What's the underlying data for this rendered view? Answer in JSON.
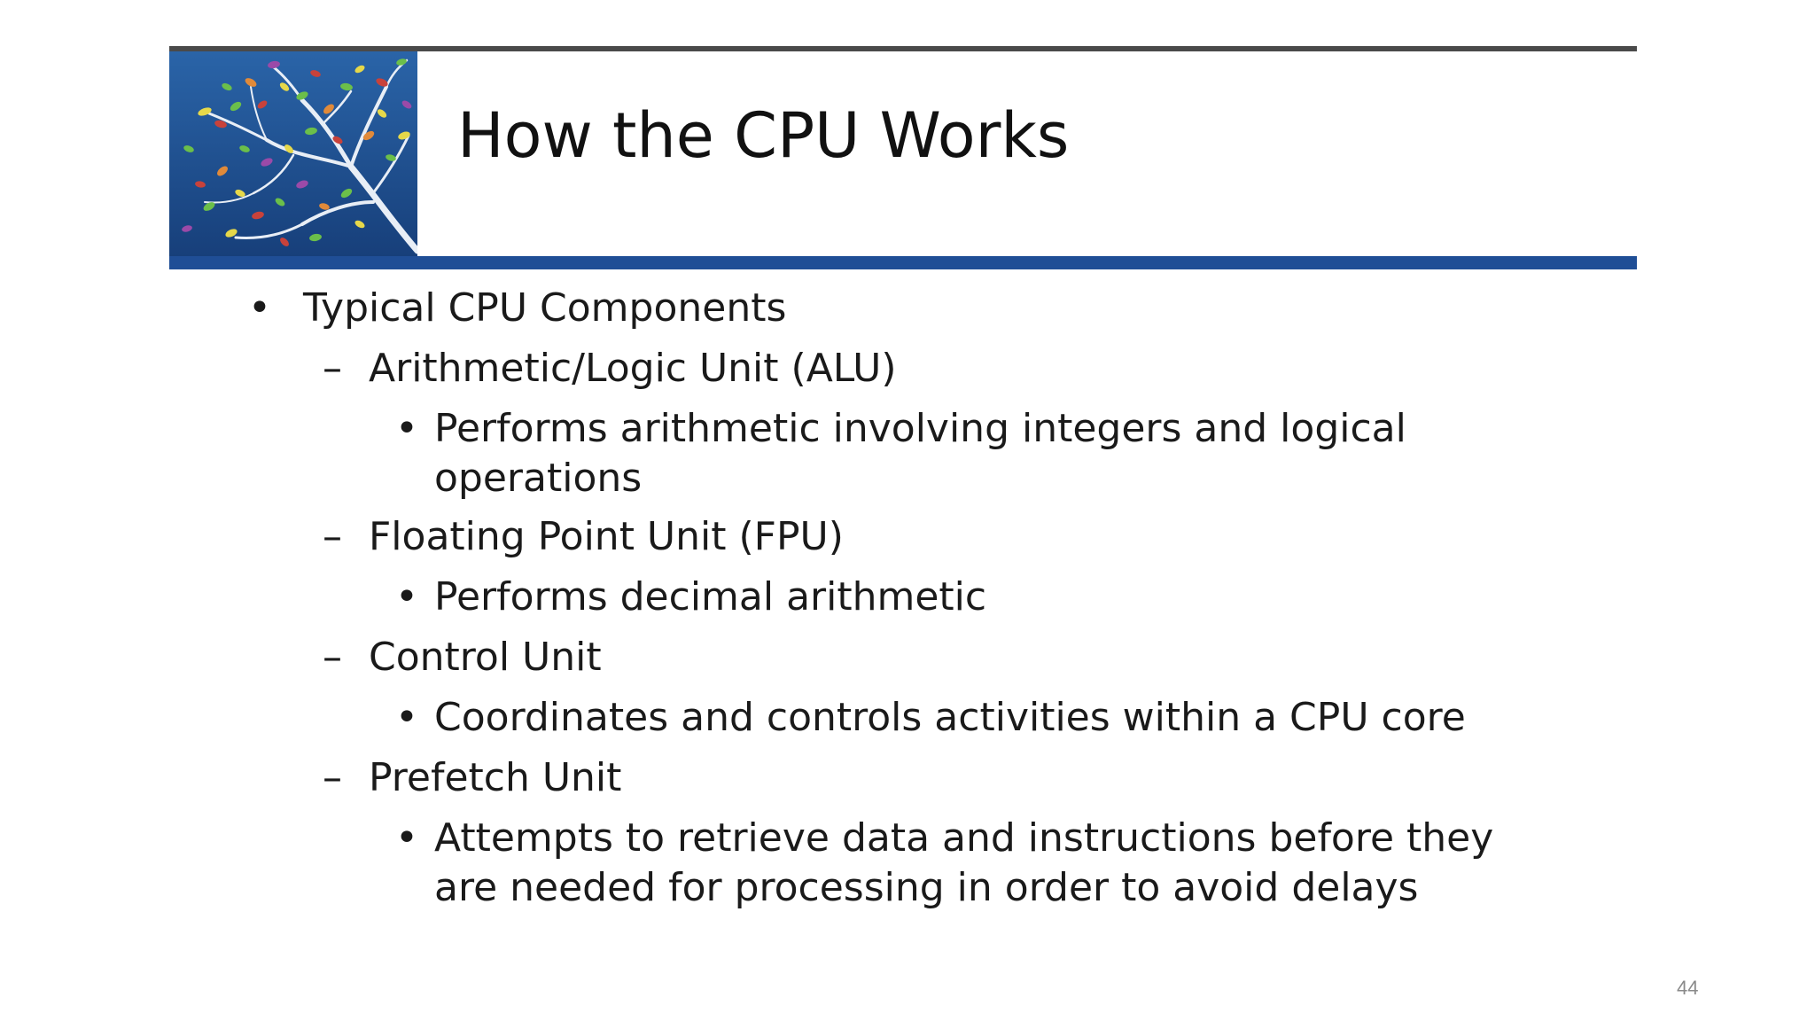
{
  "slide": {
    "title": "How the CPU Works",
    "page_number": "44",
    "colors": {
      "accent_bar": "#1f4e96",
      "top_rule": "#4a4a4a",
      "image_background": "#1d4f8a"
    },
    "header_image_icon": "tree-branch-with-colorful-leaves-icon",
    "bullets": {
      "level1": "Typical CPU Components",
      "items": [
        {
          "heading": "Arithmetic/Logic Unit (ALU)",
          "detail_lines": [
            "Performs arithmetic involving integers and logical",
            "operations"
          ]
        },
        {
          "heading": "Floating Point Unit (FPU)",
          "detail_lines": [
            "Performs decimal arithmetic"
          ]
        },
        {
          "heading": "Control Unit",
          "detail_lines": [
            "Coordinates and controls activities within a CPU core"
          ]
        },
        {
          "heading": "Prefetch Unit",
          "detail_lines": [
            "Attempts to retrieve data and instructions before they",
            "are needed for processing in order to avoid delays"
          ]
        }
      ]
    }
  }
}
